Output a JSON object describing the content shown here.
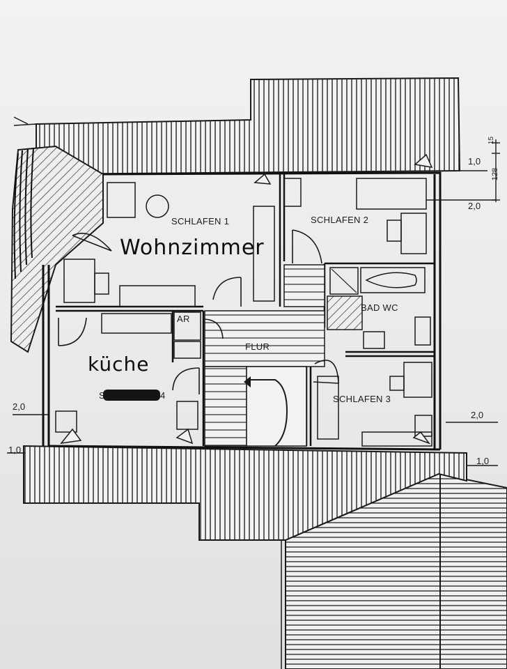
{
  "rooms": {
    "schlafen1": "SCHLAFEN 1",
    "schlafen2": "SCHLAFEN 2",
    "schlafen3": "SCHLAFEN 3",
    "bad_wc": "BAD WC",
    "flur": "FLUR",
    "ar": "AR",
    "kitchen_printed_fragment": "S",
    "kitchen_printed_suffix": "4"
  },
  "annotations": {
    "wohnzimmer": "Wohnzimmer",
    "kueche": "küche"
  },
  "dimensions": {
    "top_right_1": "1,0",
    "top_right_2": "2,0",
    "top_right_vertical_small": "15",
    "top_right_vertical": "128",
    "left_2": "2,0",
    "left_1": "1,0",
    "right_2": "2,0",
    "right_1": "1,0"
  },
  "colors": {
    "ink": "#1a1a1a",
    "paper": "#eeeff0",
    "marker": "#0d0d0d"
  }
}
